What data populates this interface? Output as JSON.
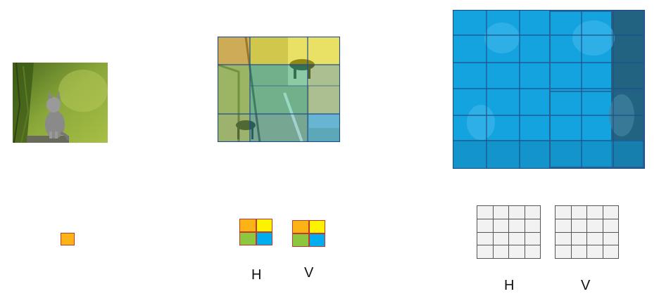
{
  "labels": {
    "h_middle": "H",
    "v_middle": "V",
    "h_right": "H",
    "v_right": "V"
  },
  "colors": {
    "orange": "#fbb316",
    "yellow": "#fff200",
    "green": "#8dc63f",
    "blue": "#00aeef",
    "grid_line": "#555555",
    "cell_fill": "#f2f2f2",
    "tint_blue": "#0aa6e6"
  },
  "icons": {
    "cat_photo": "cat-photo",
    "room_photo": "room-photo",
    "collage_photo": "collage-photo"
  }
}
